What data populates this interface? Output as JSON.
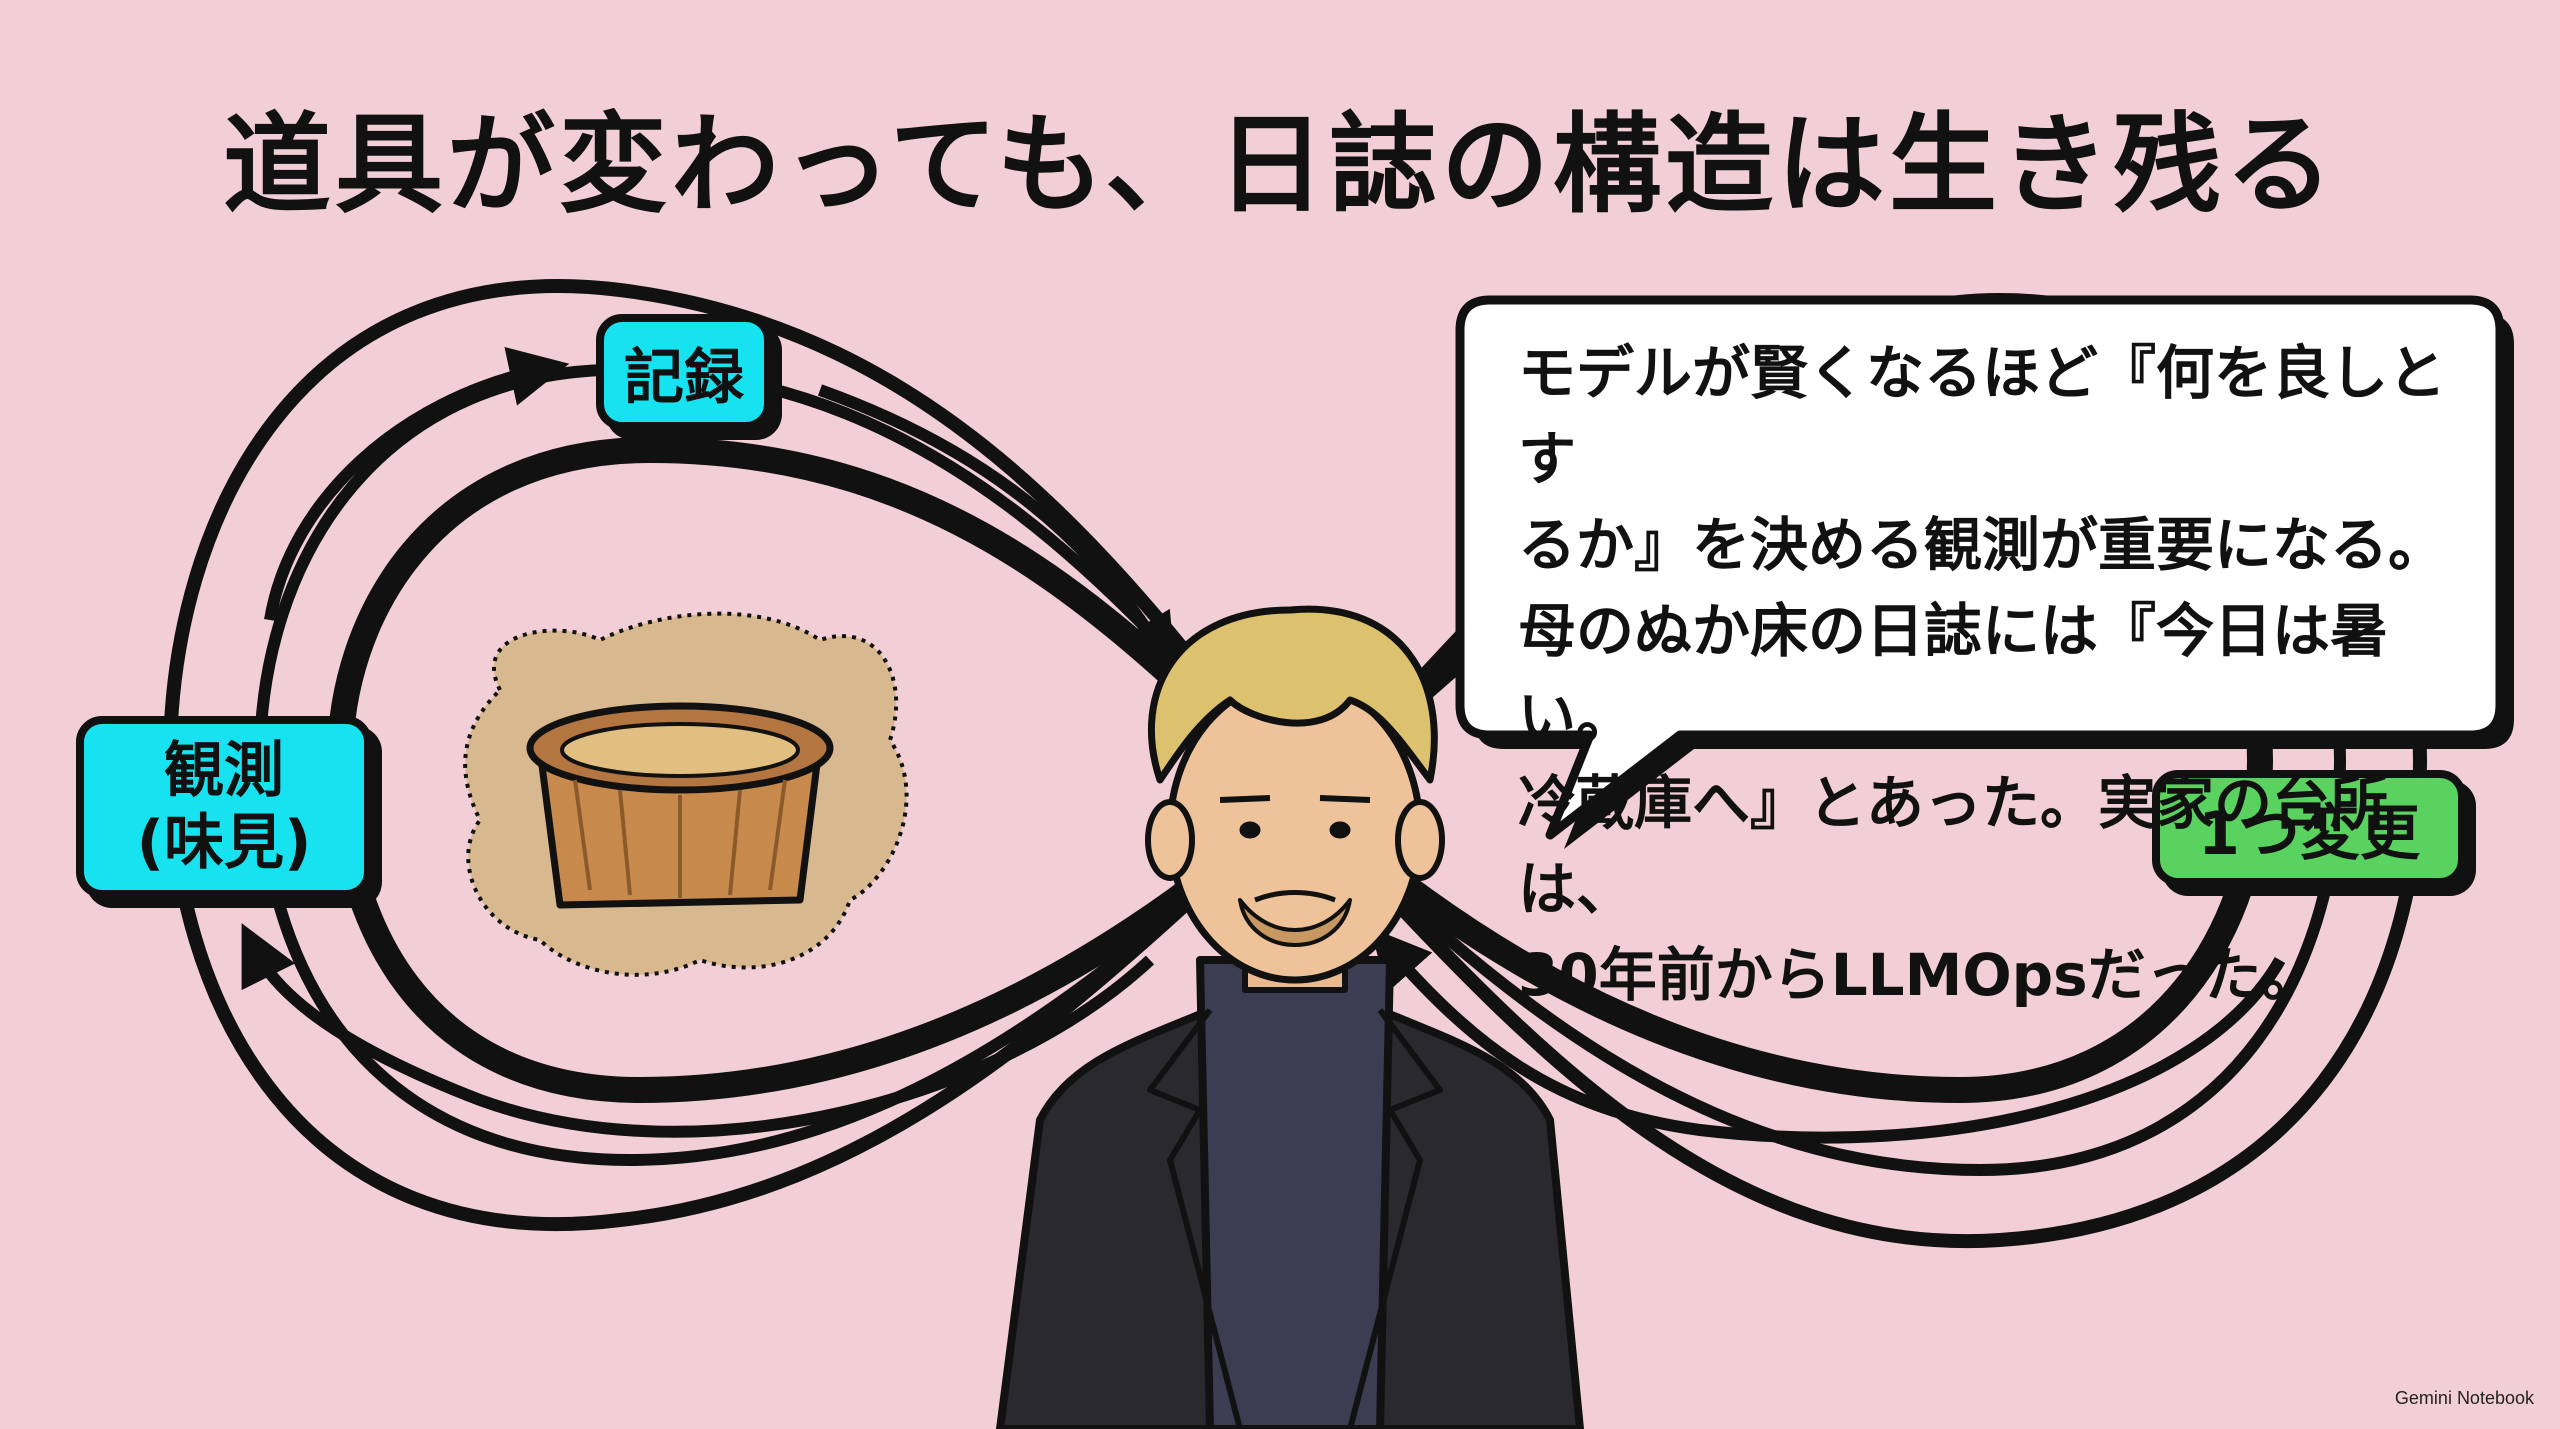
{
  "title": "道具が変わっても、日誌の構造は生き残る",
  "cycle": {
    "record": "記録",
    "observe_line1": "観測",
    "observe_line2": "(味見)",
    "change": "1つ変更"
  },
  "speech": "モデルが賢くなるほど『何を良しとす\nるか』を決める観測が重要になる。\n母のぬか床の日誌には『今日は暑い。\n冷蔵庫へ』とあった。実家の台所は、\n30年前からLLMOpsだった。",
  "credit": "Gemini Notebook",
  "colors": {
    "background": "#f2cfd6",
    "cyan_box": "#17e3f0",
    "green_box": "#5ad25f",
    "outline": "#111111"
  }
}
